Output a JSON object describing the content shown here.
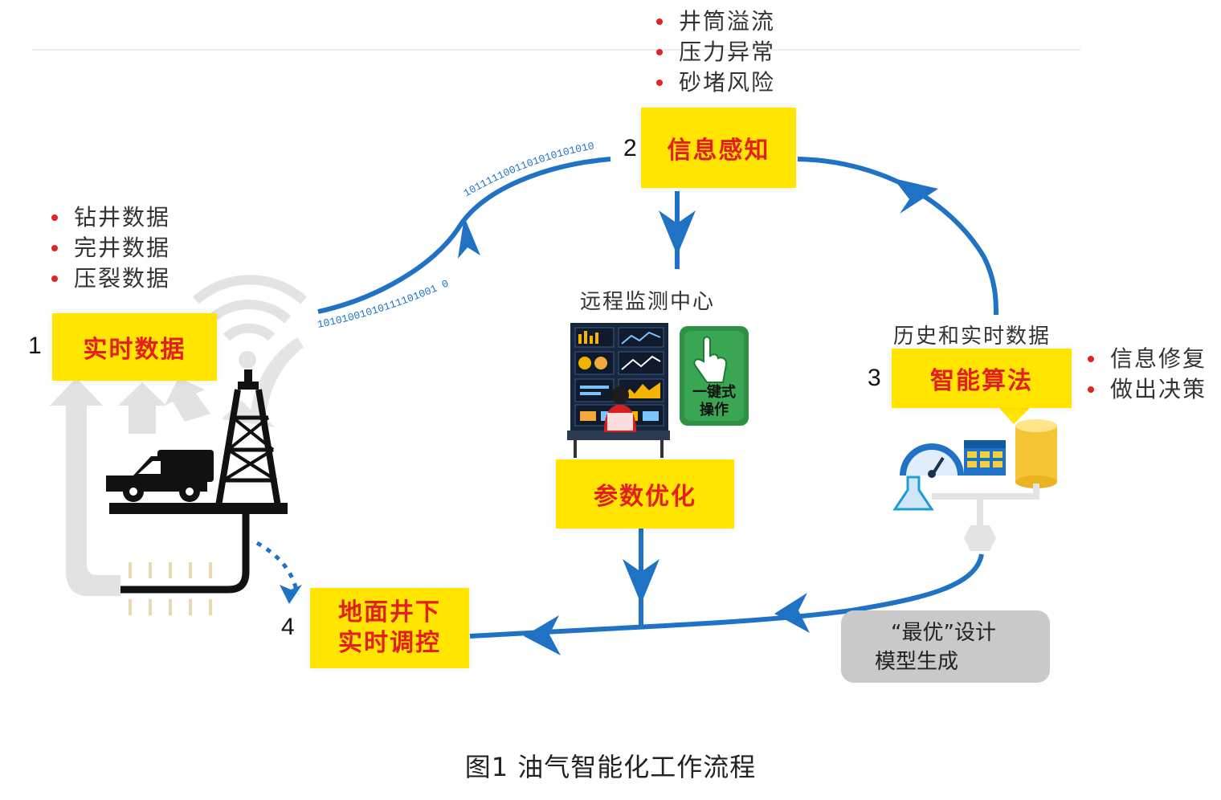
{
  "steps": [
    {
      "number": "1",
      "label": "实时数据"
    },
    {
      "number": "2",
      "label": "信息感知"
    },
    {
      "number": "3",
      "label": "智能算法"
    },
    {
      "number": "4",
      "label_line1": "地面井下",
      "label_line2": "实时调控"
    }
  ],
  "center_box": "参数优化",
  "data_bullets": [
    "钻井数据",
    "完井数据",
    "压裂数据"
  ],
  "perception_bullets": [
    "井筒溢流",
    "压力异常",
    "砂堵风险"
  ],
  "algorithm_bullets": [
    "信息修复",
    "做出决策"
  ],
  "remote_center_label": "远程监测中心",
  "history_label": "历史和实时数据",
  "one_key": {
    "line1": "一键式",
    "line2": "操作"
  },
  "optimal_model": {
    "line1": "“最优”设计",
    "line2": "模型生成"
  },
  "binary_upper": "1011111001101010101010",
  "binary_lower": "10101001010111101001 0",
  "caption": "图1   油气智能化工作流程",
  "colors": {
    "accent_box": "#ffe500",
    "box_text": "#e51e1e",
    "flow_arrow": "#1f72c4",
    "bullet": "#e52222"
  }
}
